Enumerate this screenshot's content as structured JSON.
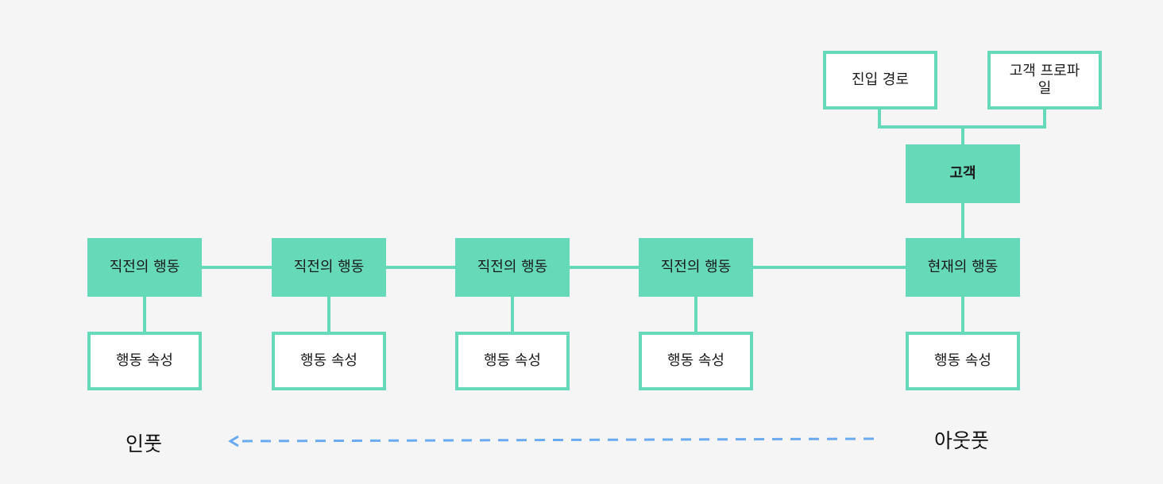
{
  "diagram": {
    "customer": {
      "label": "고객"
    },
    "entry_path": {
      "label": "진입 경로"
    },
    "customer_profile": {
      "label": "고객 프로파일"
    },
    "current_behavior": {
      "label": "현재의 행동"
    },
    "previous_behaviors": [
      {
        "label": "직전의 행동"
      },
      {
        "label": "직전의 행동"
      },
      {
        "label": "직전의 행동"
      },
      {
        "label": "직전의 행동"
      }
    ],
    "behavior_attributes": [
      {
        "label": "행동 속성"
      },
      {
        "label": "행동 속성"
      },
      {
        "label": "행동 속성"
      },
      {
        "label": "행동 속성"
      },
      {
        "label": "행동 속성"
      }
    ],
    "input_label": "인풋",
    "output_label": "아웃풋",
    "colors": {
      "node_fill": "#66d9b8",
      "node_border": "#66d9b8",
      "connector": "#66d9b8",
      "arrow": "#6aaaf0",
      "background": "#f5f5f5"
    }
  }
}
